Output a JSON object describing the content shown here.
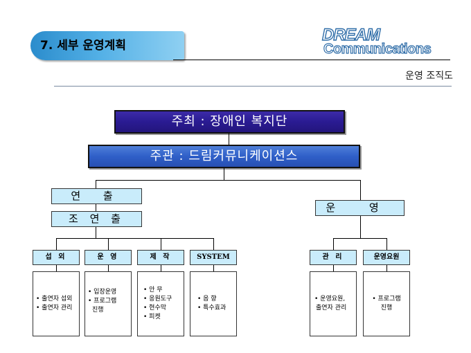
{
  "header": {
    "section_title": "7. 세부 운영계획",
    "logo_line1": "DREAM",
    "logo_line2": "Communications",
    "subtitle": "운영 조직도"
  },
  "chart": {
    "host": "주최 : 장애인 복지단",
    "organizer": "주관 : 드림커뮤니케이션스",
    "directing": "연 출",
    "assistant_directing": "조 연 출",
    "operation": "운 영",
    "departments": [
      {
        "label": "섭 외",
        "items": [
          "• 출연자 섭외",
          "• 출연자 관리"
        ]
      },
      {
        "label": "운 영",
        "items": [
          "• 입장운영",
          "• 프로그램",
          "  진행"
        ]
      },
      {
        "label": "제 작",
        "items": [
          "• 안    무",
          "• 응원도구",
          "• 현수막",
          "• 피켓"
        ]
      },
      {
        "label": "SYSTEM",
        "items": [
          "• 음    향",
          "• 특수효과"
        ]
      },
      {
        "label": "관 리",
        "items": [
          "• 운영요원,",
          "  출연자 관리"
        ]
      },
      {
        "label": "운영요원",
        "items": [
          "• 프로그램",
          "  진행"
        ]
      }
    ]
  },
  "colors": {
    "banner_dark": "#2a1b92",
    "banner_blue": "#2f5fc8",
    "box_fill": "#c9ecfb",
    "tab_blue": "#3b9fdc"
  }
}
